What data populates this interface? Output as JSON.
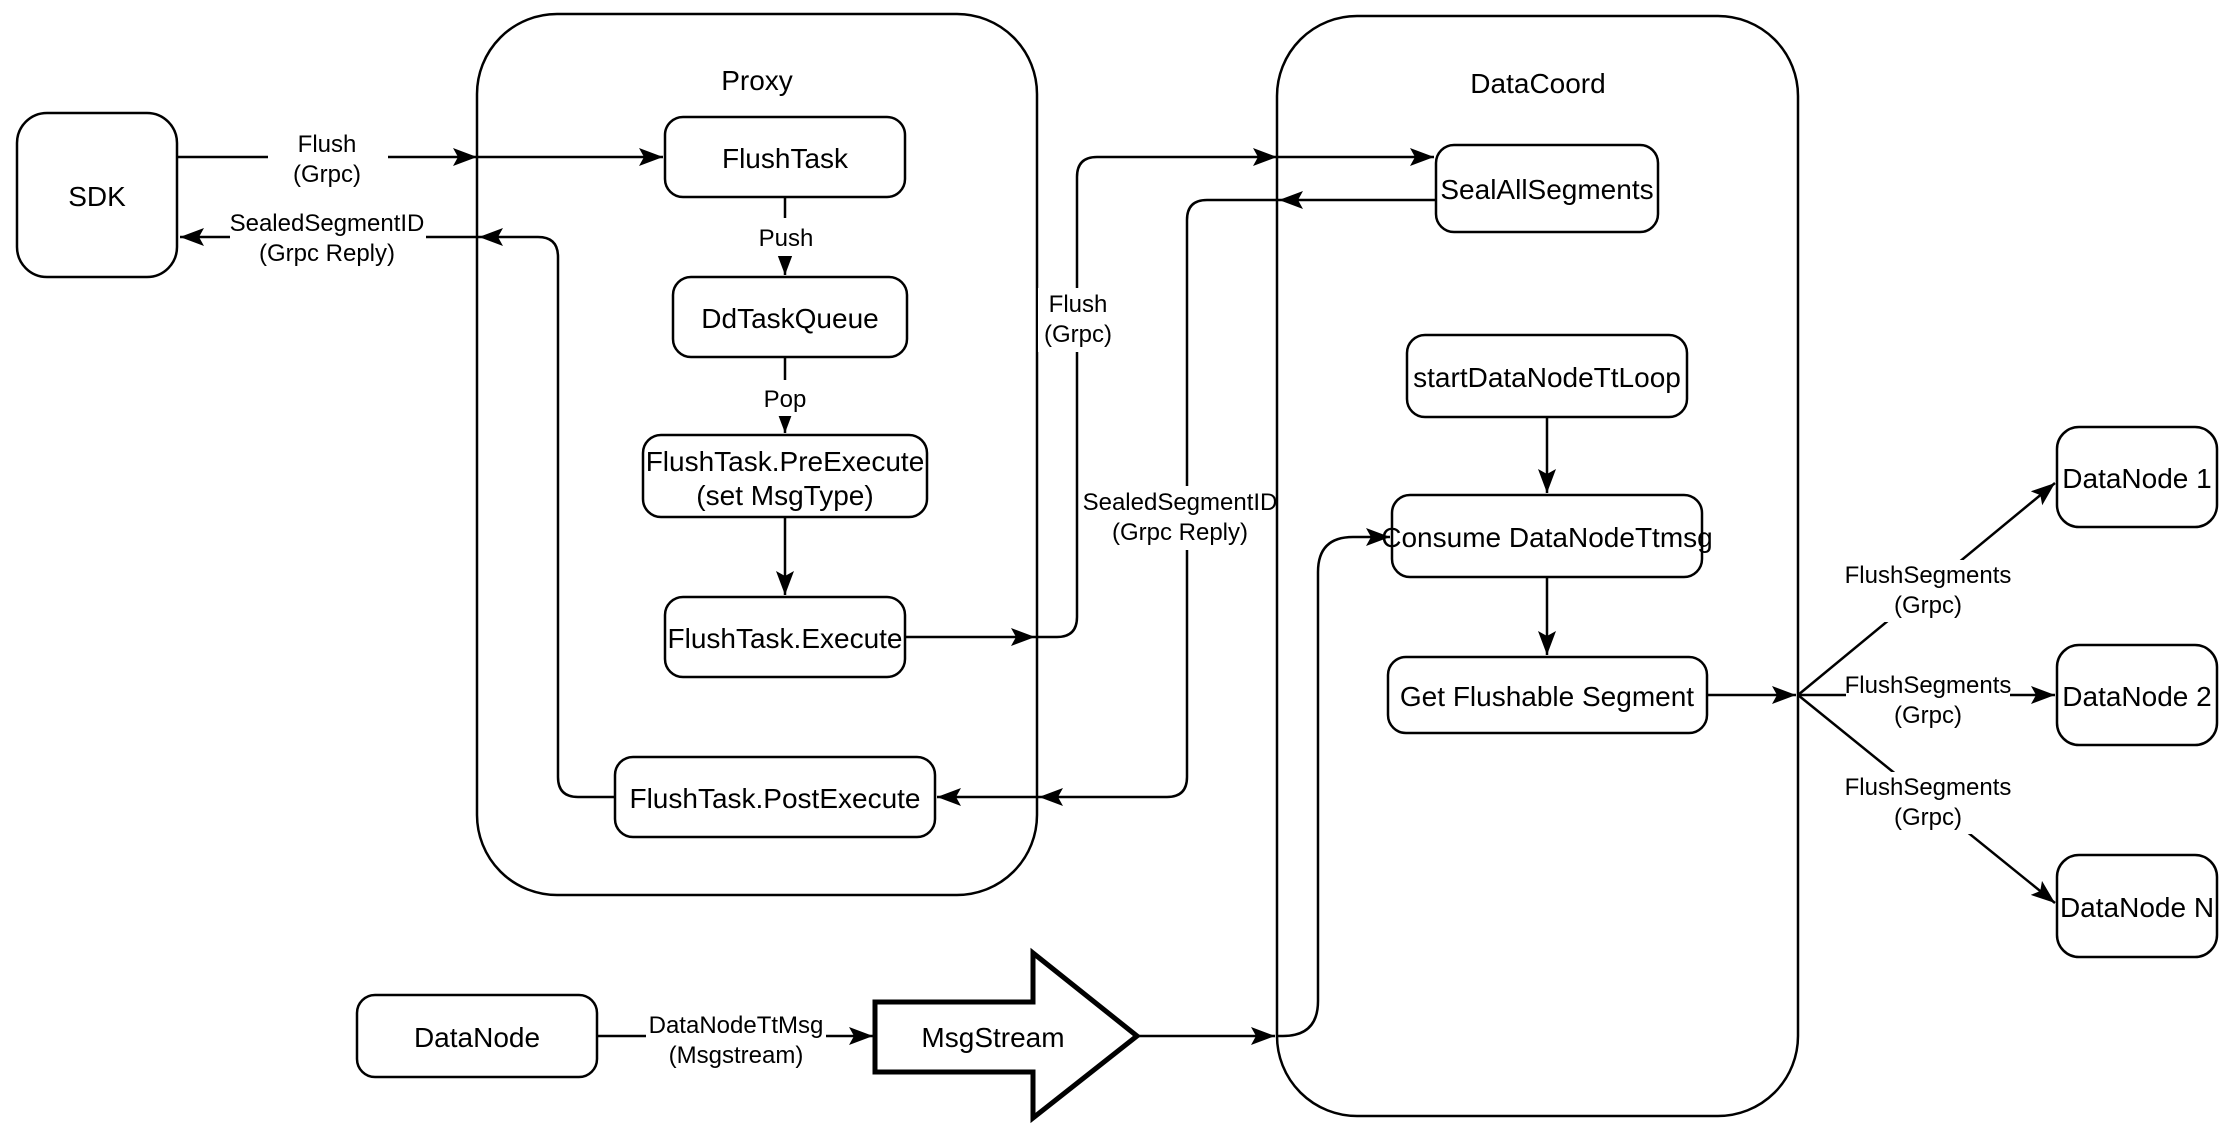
{
  "colors": {
    "stroke": "#000000",
    "fill": "#ffffff",
    "background": "#ffffff"
  },
  "containers": {
    "proxy": {
      "title": "Proxy"
    },
    "datacoord": {
      "title": "DataCoord"
    }
  },
  "nodes": {
    "sdk": {
      "label": "SDK"
    },
    "flush_task": {
      "label": "FlushTask"
    },
    "dd_task_queue": {
      "label": "DdTaskQueue"
    },
    "pre_execute": {
      "line1": "FlushTask.PreExecute",
      "line2": "(set MsgType)"
    },
    "execute": {
      "label": "FlushTask.Execute"
    },
    "post_execute": {
      "label": "FlushTask.PostExecute"
    },
    "seal_all_segments": {
      "label": "SealAllSegments"
    },
    "start_datanode_tt_loop": {
      "label": "startDataNodeTtLoop"
    },
    "consume_datanode_ttmsg": {
      "label": "Consume DataNodeTtmsg"
    },
    "get_flushable_segment": {
      "label": "Get Flushable Segment"
    },
    "datanode_1": {
      "label": "DataNode 1"
    },
    "datanode_2": {
      "label": "DataNode 2"
    },
    "datanode_n": {
      "label": "DataNode N"
    },
    "datanode": {
      "label": "DataNode"
    },
    "msgstream": {
      "label": "MsgStream"
    }
  },
  "edge_labels": {
    "flush_sdk_proxy": {
      "line1": "Flush",
      "line2": "(Grpc)"
    },
    "sealed_segment_id_to_sdk": {
      "line1": "SealedSegmentID",
      "line2": "(Grpc Reply)"
    },
    "push": {
      "label": "Push"
    },
    "pop": {
      "label": "Pop"
    },
    "flush_proxy_datacoord": {
      "line1": "Flush",
      "line2": "(Grpc)"
    },
    "sealed_segment_id_reply": {
      "line1": "SealedSegmentID",
      "line2": "(Grpc Reply)"
    },
    "flush_segments_1": {
      "line1": "FlushSegments",
      "line2": "(Grpc)"
    },
    "flush_segments_2": {
      "line1": "FlushSegments",
      "line2": "(Grpc)"
    },
    "flush_segments_3": {
      "line1": "FlushSegments",
      "line2": "(Grpc)"
    },
    "datanode_ttmsg": {
      "line1": "DataNodeTtMsg",
      "line2": "(Msgstream)"
    }
  }
}
